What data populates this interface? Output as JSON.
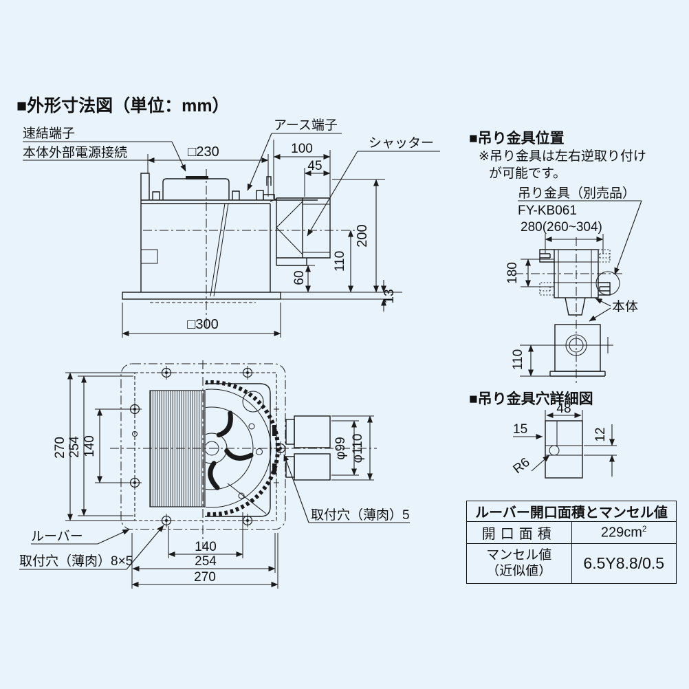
{
  "title": "■外形寸法図（単位：mm）",
  "side": {
    "quick_terminal": "速結端子",
    "power_connect": "本体外部電源接続",
    "earth": "アース端子",
    "shutter": "シャッター",
    "d230": "□230",
    "d100": "100",
    "d45": "45",
    "d200": "200",
    "d110": "110",
    "d60": "60",
    "d13": "13",
    "d300": "□300"
  },
  "bottom": {
    "louver": "ルーバー",
    "hole85": "取付穴（薄肉）8×5",
    "hole5": "取付穴（薄肉）5",
    "v270": "270",
    "v254": "254",
    "v140": "140",
    "h140": "140",
    "h254": "254",
    "h270": "270",
    "phi99": "φ99",
    "phi110": "φ110"
  },
  "bracket": {
    "heading": "■吊り金具位置",
    "note1": "※吊り金具は左右逆取り付け",
    "note2": "が可能です。",
    "part": "吊り金具（別売品）",
    "model": "FY-KB061",
    "d280": "280(260~304)",
    "d180": "180",
    "d110": "110",
    "body": "本体"
  },
  "detail": {
    "heading": "■吊り金具穴詳細図",
    "d48": "48",
    "d15": "15",
    "d12": "12",
    "r6": "R6"
  },
  "table": {
    "header": "ルーバー開口面積とマンセル値",
    "r1_label": "開口面積",
    "r1_value": "229cm",
    "r1_sup": "2",
    "r2_label1": "マンセル値",
    "r2_label2": "（近似値）",
    "r2_value": "6.5Y8.8/0.5"
  },
  "colors": {
    "background": "#e9f3fb",
    "line": "#1a1a1a"
  }
}
